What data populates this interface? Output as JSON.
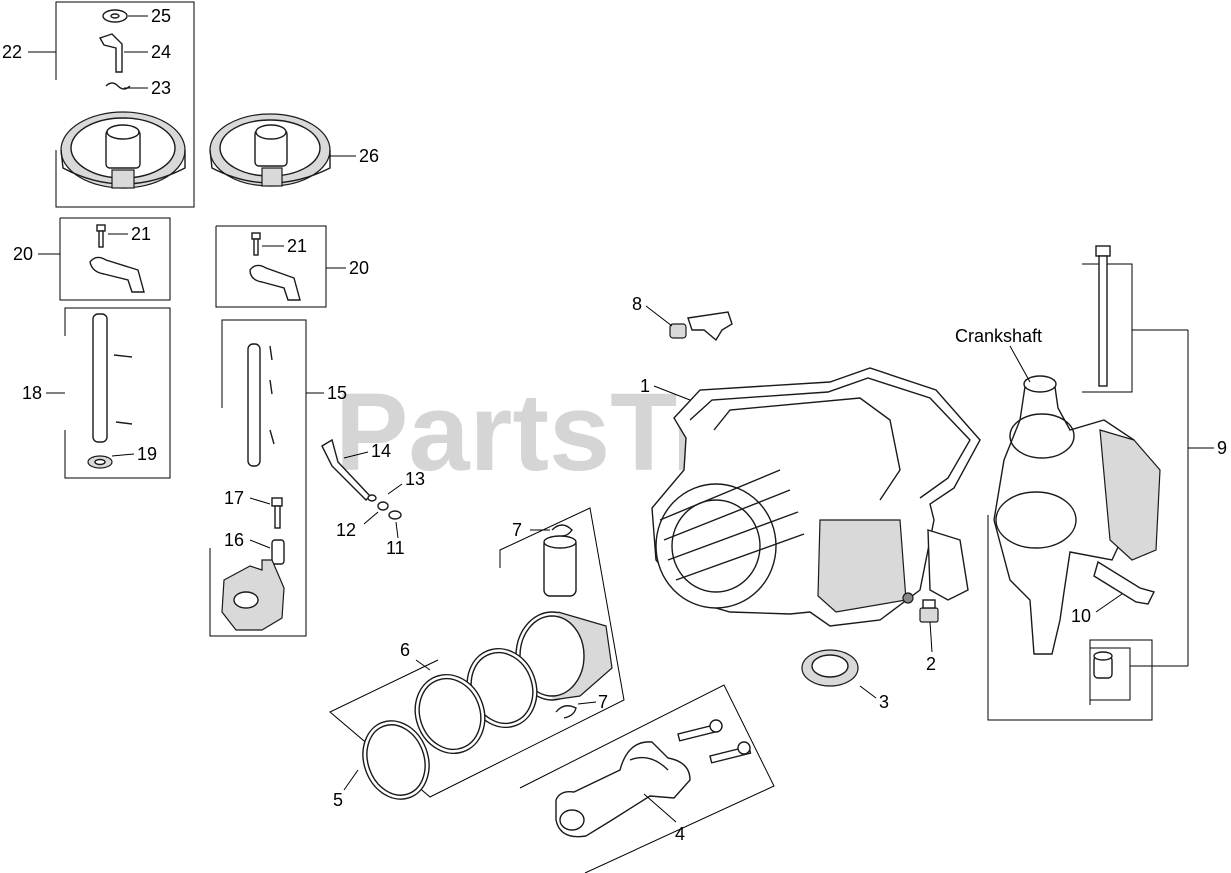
{
  "watermark": "PartsTree",
  "watermark_mark": "™",
  "labels": {
    "p1": "1",
    "p2": "2",
    "p3": "3",
    "p4": "4",
    "p5": "5",
    "p6": "6",
    "p7a": "7",
    "p7b": "7",
    "p8": "8",
    "p9": "9",
    "p10": "10",
    "p11": "11",
    "p12": "12",
    "p13": "13",
    "p14": "14",
    "p15": "15",
    "p16": "16",
    "p17": "17",
    "p18": "18",
    "p19": "19",
    "p20a": "20",
    "p20b": "20",
    "p21a": "21",
    "p21b": "21",
    "p22": "22",
    "p23": "23",
    "p24": "24",
    "p25": "25",
    "p26": "26",
    "crankshaft": "Crankshaft"
  }
}
